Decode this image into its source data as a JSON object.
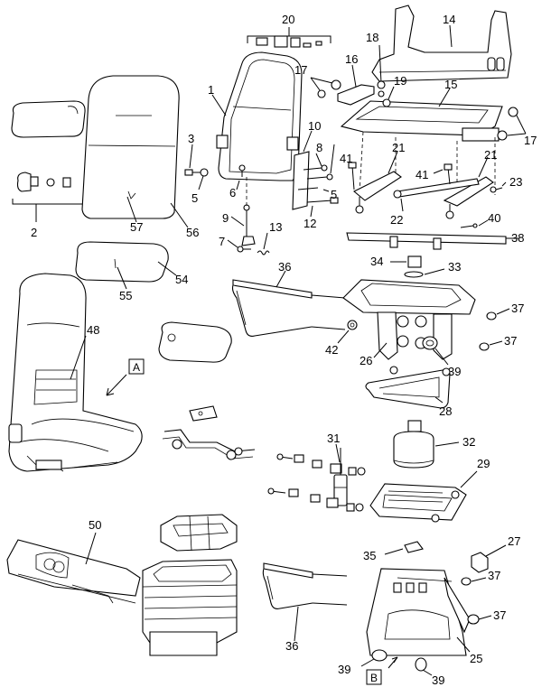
{
  "callouts": [
    "1",
    "2",
    "3",
    "5",
    "6",
    "7",
    "8",
    "9",
    "10",
    "12",
    "13",
    "14",
    "15",
    "16",
    "17",
    "18",
    "19",
    "20",
    "21",
    "22",
    "23",
    "25",
    "26",
    "27",
    "28",
    "29",
    "31",
    "32",
    "33",
    "34",
    "35",
    "36",
    "37",
    "38",
    "39",
    "40",
    "41",
    "42",
    "48",
    "50",
    "54",
    "55",
    "56",
    "57"
  ],
  "boxed_callouts": {
    "view_a": "A",
    "view_b": "B"
  }
}
